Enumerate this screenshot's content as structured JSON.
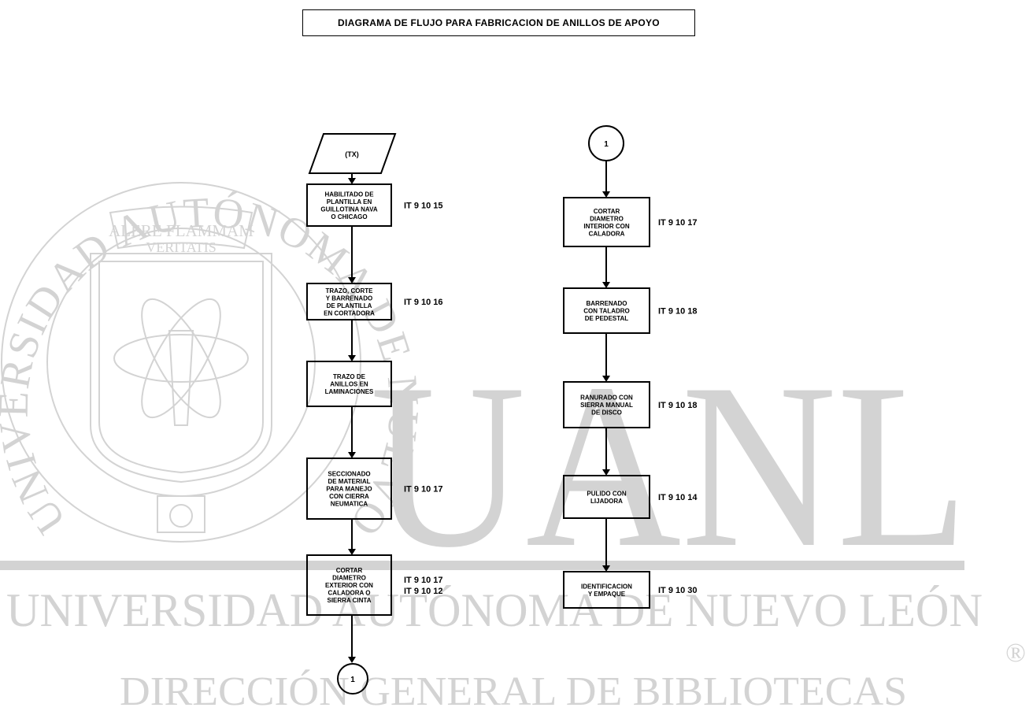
{
  "title": "DIAGRAMA DE FLUJO PARA FABRICACION DE ANILLOS DE APOYO",
  "watermark": {
    "ring_text": "UNIVERSIDAD AUTÓNOMA DE NUEVO LEÓN",
    "banner_line1": "ALERE FLAMMAM",
    "banner_line2": "VERITATIS",
    "big_letters": "UANL",
    "university_name": "UNIVERSIDAD AUTÓNOMA DE NUEVO LEÓN",
    "registered": "®",
    "library_line": "DIRECCIÓN GENERAL DE BIBLIOTECAS",
    "color": "#d3d3d3"
  },
  "start": {
    "label": "(TX)"
  },
  "connector_label": "1",
  "left_column": [
    {
      "lines": [
        "HABILITADO DE",
        "PLANTILLA EN",
        "GUILLOTINA NAVA",
        "O CHICAGO"
      ],
      "ref": [
        "IT 9 10 15"
      ]
    },
    {
      "lines": [
        "TRAZO, CORTE",
        "Y BARRENADO",
        "DE PLANTILLA",
        "EN CORTADORA"
      ],
      "ref": [
        "IT 9 10 16"
      ]
    },
    {
      "lines": [
        "TRAZO DE",
        "ANILLOS EN",
        "LAMINACIONES"
      ],
      "ref": []
    },
    {
      "lines": [
        "SECCIONADO",
        "DE MATERIAL",
        "PARA MANEJO",
        "CON CIERRA",
        "NEUMATICA"
      ],
      "ref": [
        "IT 9 10 17"
      ]
    },
    {
      "lines": [
        "CORTAR",
        "DIAMETRO",
        "EXTERIOR CON",
        "CALADORA O",
        "SIERRA CINTA"
      ],
      "ref": [
        "IT 9 10 17",
        "IT 9 10 12"
      ]
    }
  ],
  "right_column": [
    {
      "lines": [
        "CORTAR",
        "DIAMETRO",
        "INTERIOR CON",
        "CALADORA"
      ],
      "ref": [
        "IT 9 10 17"
      ]
    },
    {
      "lines": [
        "BARRENADO",
        "CON TALADRO",
        "DE PEDESTAL"
      ],
      "ref": [
        "IT 9 10 18"
      ]
    },
    {
      "lines": [
        "RANURADO CON",
        "SIERRA MANUAL",
        "DE DISCO"
      ],
      "ref": [
        "IT 9 10 18"
      ]
    },
    {
      "lines": [
        "PULIDO CON",
        "LIJADORA"
      ],
      "ref": [
        "IT 9 10 14"
      ]
    },
    {
      "lines": [
        "IDENTIFICACION",
        "Y EMPAQUE"
      ],
      "ref": [
        "IT 9 10 30"
      ]
    }
  ]
}
